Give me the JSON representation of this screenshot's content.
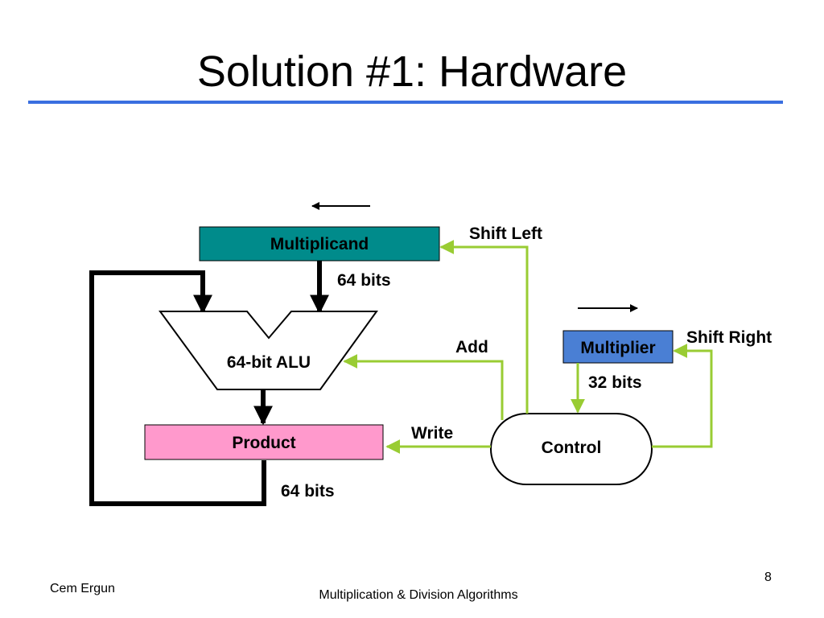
{
  "slide": {
    "title": "Solution #1: Hardware",
    "page_number": "8",
    "author": "Cem Ergun",
    "footer_title": "Multiplication & Division Algorithms"
  },
  "diagram": {
    "multiplicand": "Multiplicand",
    "multiplicand_width": "64 bits",
    "alu": "64-bit ALU",
    "product": "Product",
    "product_width": "64 bits",
    "multiplier": "Multiplier",
    "multiplier_width": "32 bits",
    "control": "Control",
    "signals": {
      "shift_left": "Shift Left",
      "shift_right": "Shift Right",
      "add": "Add",
      "write": "Write"
    },
    "colors": {
      "multiplicand_fill": "#008b8b",
      "product_fill": "#ff99cc",
      "multiplier_fill": "#4a7fd4",
      "control_line": "#99cc33",
      "accent_rule": "#3a6fe0"
    }
  }
}
